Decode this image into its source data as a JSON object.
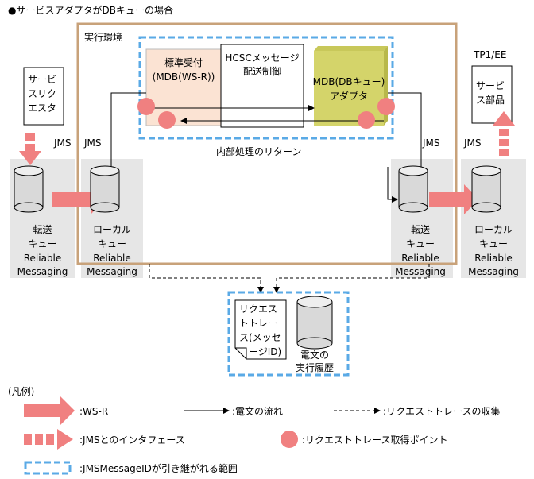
{
  "title": "●サービスアダプタがDBキューの場合",
  "labels": {
    "exec_env": "実行環境",
    "tp1ee": "TP1/EE",
    "std_accept": "標準受付",
    "std_accept_sub": "(MDB(WS-R))",
    "hcsc_msg": "HCSCメッセージ",
    "delivery_ctrl": "配送制御",
    "mdb_db": "MDB(DBキュー)",
    "adapter": "アダプタ",
    "service_req_1": "サービ",
    "service_req_2": "スリク",
    "service_req_3": "エスタ",
    "service_part_1": "サービ",
    "service_part_2": "ス部品",
    "jms": "JMS",
    "internal_return": "内部処理のリターン",
    "forward": "転送",
    "queue": "キュー",
    "local": "ローカル",
    "reliable": "Reliable",
    "messaging": "Messaging",
    "req_trace_1": "リクエス",
    "req_trace_2": "トトレー",
    "req_trace_3": "ス(メッセ",
    "req_trace_4": "ージID)",
    "exec_hist_1": "電文の",
    "exec_hist_2": "実行履歴"
  },
  "legend": {
    "title": "(凡例)",
    "ws_r": ":WS-R",
    "msg_flow": ":電文の流れ",
    "trace_collect": ":リクエストトレースの収集",
    "jms_iface": ":JMSとのインタフェース",
    "trace_point": ":リクエストトレース取得ポイント",
    "scope": ":JMSMessageIDが引き継がれる範囲"
  },
  "colors": {
    "pink": "#f08080",
    "tan_border": "#c8a27a",
    "std_fill": "#fbe3d3",
    "mdb_fill": "#d4d46a",
    "gray_bg": "#e6e6e6",
    "dash_blue": "#5aaae6"
  }
}
